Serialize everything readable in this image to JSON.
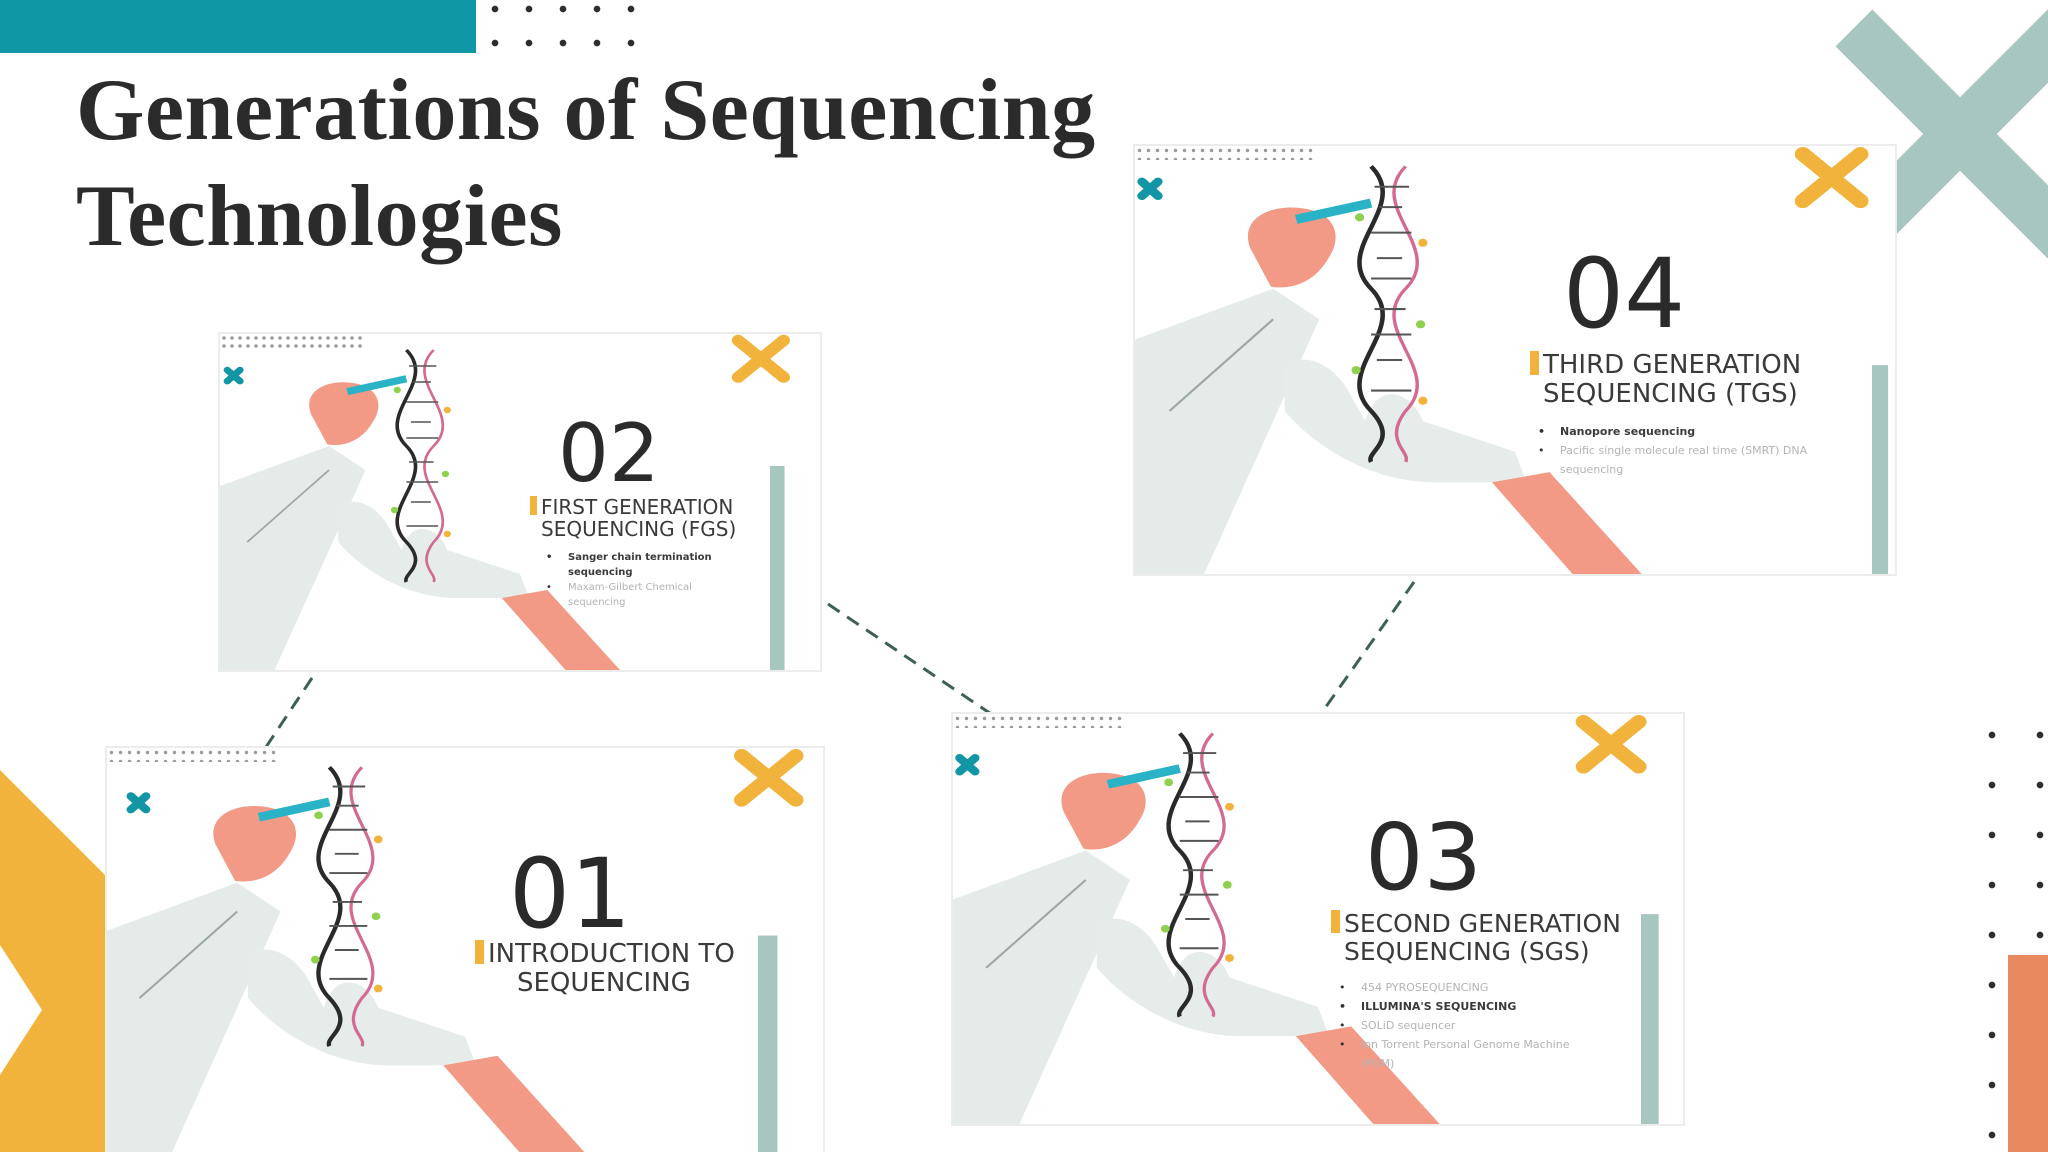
{
  "title": {
    "line1": "Generations of Sequencing",
    "line2": "Technologies"
  },
  "colors": {
    "teal": "#0f97a5",
    "sage": "#a7c6bf",
    "yellow": "#f2b33d",
    "orange": "#e88960",
    "text": "#2b2b2b"
  },
  "cards": {
    "c01": {
      "number": "01",
      "heading_line1": "INTRODUCTION TO",
      "heading_line2": "SEQUENCING"
    },
    "c02": {
      "number": "02",
      "heading_line1": "FIRST GENERATION",
      "heading_line2": "SEQUENCING (FGS)",
      "bullets": [
        {
          "text": "Sanger chain termination sequencing"
        },
        {
          "text": "Maxam-Gilbert Chemical sequencing"
        }
      ]
    },
    "c03": {
      "number": "03",
      "heading_line1": "SECOND GENERATION",
      "heading_line2": "SEQUENCING (SGS)",
      "bullets": [
        {
          "text": "454 PYROSEQUENCING"
        },
        {
          "text": "ILLUMINA'S SEQUENCING"
        },
        {
          "text": "SOLiD sequencer"
        },
        {
          "text": "Ion Torrent Personal Genome Machine (PGM)"
        }
      ]
    },
    "c04": {
      "number": "04",
      "heading_line1": "THIRD GENERATION",
      "heading_line2": "SEQUENCING (TGS)",
      "bullets": [
        {
          "text": "Nanopore sequencing"
        },
        {
          "text": "Pacific single molecule real time (SMRT) DNA sequencing"
        }
      ]
    }
  }
}
